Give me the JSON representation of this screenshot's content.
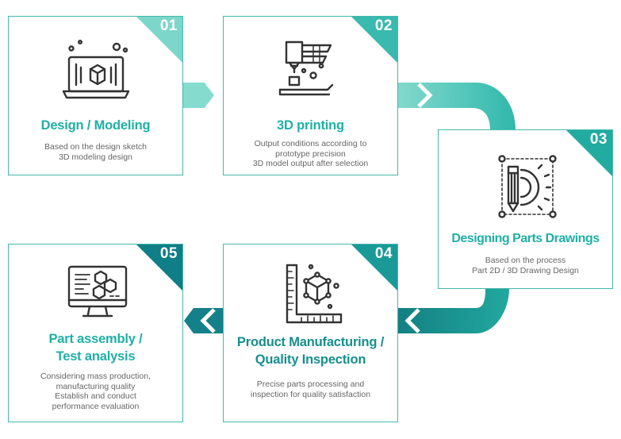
{
  "colors": {
    "title_teal": "#1fb0a6",
    "line_teal": "#2ab5aa",
    "dark_teal": "#15898a",
    "light_teal": "#7dd6ca"
  },
  "steps": [
    {
      "number": "01",
      "title": "Design / Modeling",
      "desc": "Based on the design sketch\n3D modeling design",
      "icon": "laptop-3d-model-icon"
    },
    {
      "number": "02",
      "title": "3D printing",
      "desc": "Output conditions according to\nprototype precision\n3D model output after selection",
      "icon": "3d-printer-icon"
    },
    {
      "number": "03",
      "title": "Designing Parts Drawings",
      "desc": "Based on the process\nPart 2D / 3D Drawing Design",
      "icon": "pencil-gear-icon"
    },
    {
      "number": "04",
      "title": "Product Manufacturing /\nQuality Inspection",
      "desc": "Precise parts processing and\ninspection for quality satisfaction",
      "icon": "ruler-cube-icon"
    },
    {
      "number": "05",
      "title": "Part assembly /\nTest analysis",
      "desc": "Considering mass production,\nmanufacturing quality\nEstablish and conduct\nperformance evaluation",
      "icon": "monitor-hexagon-icon"
    }
  ]
}
